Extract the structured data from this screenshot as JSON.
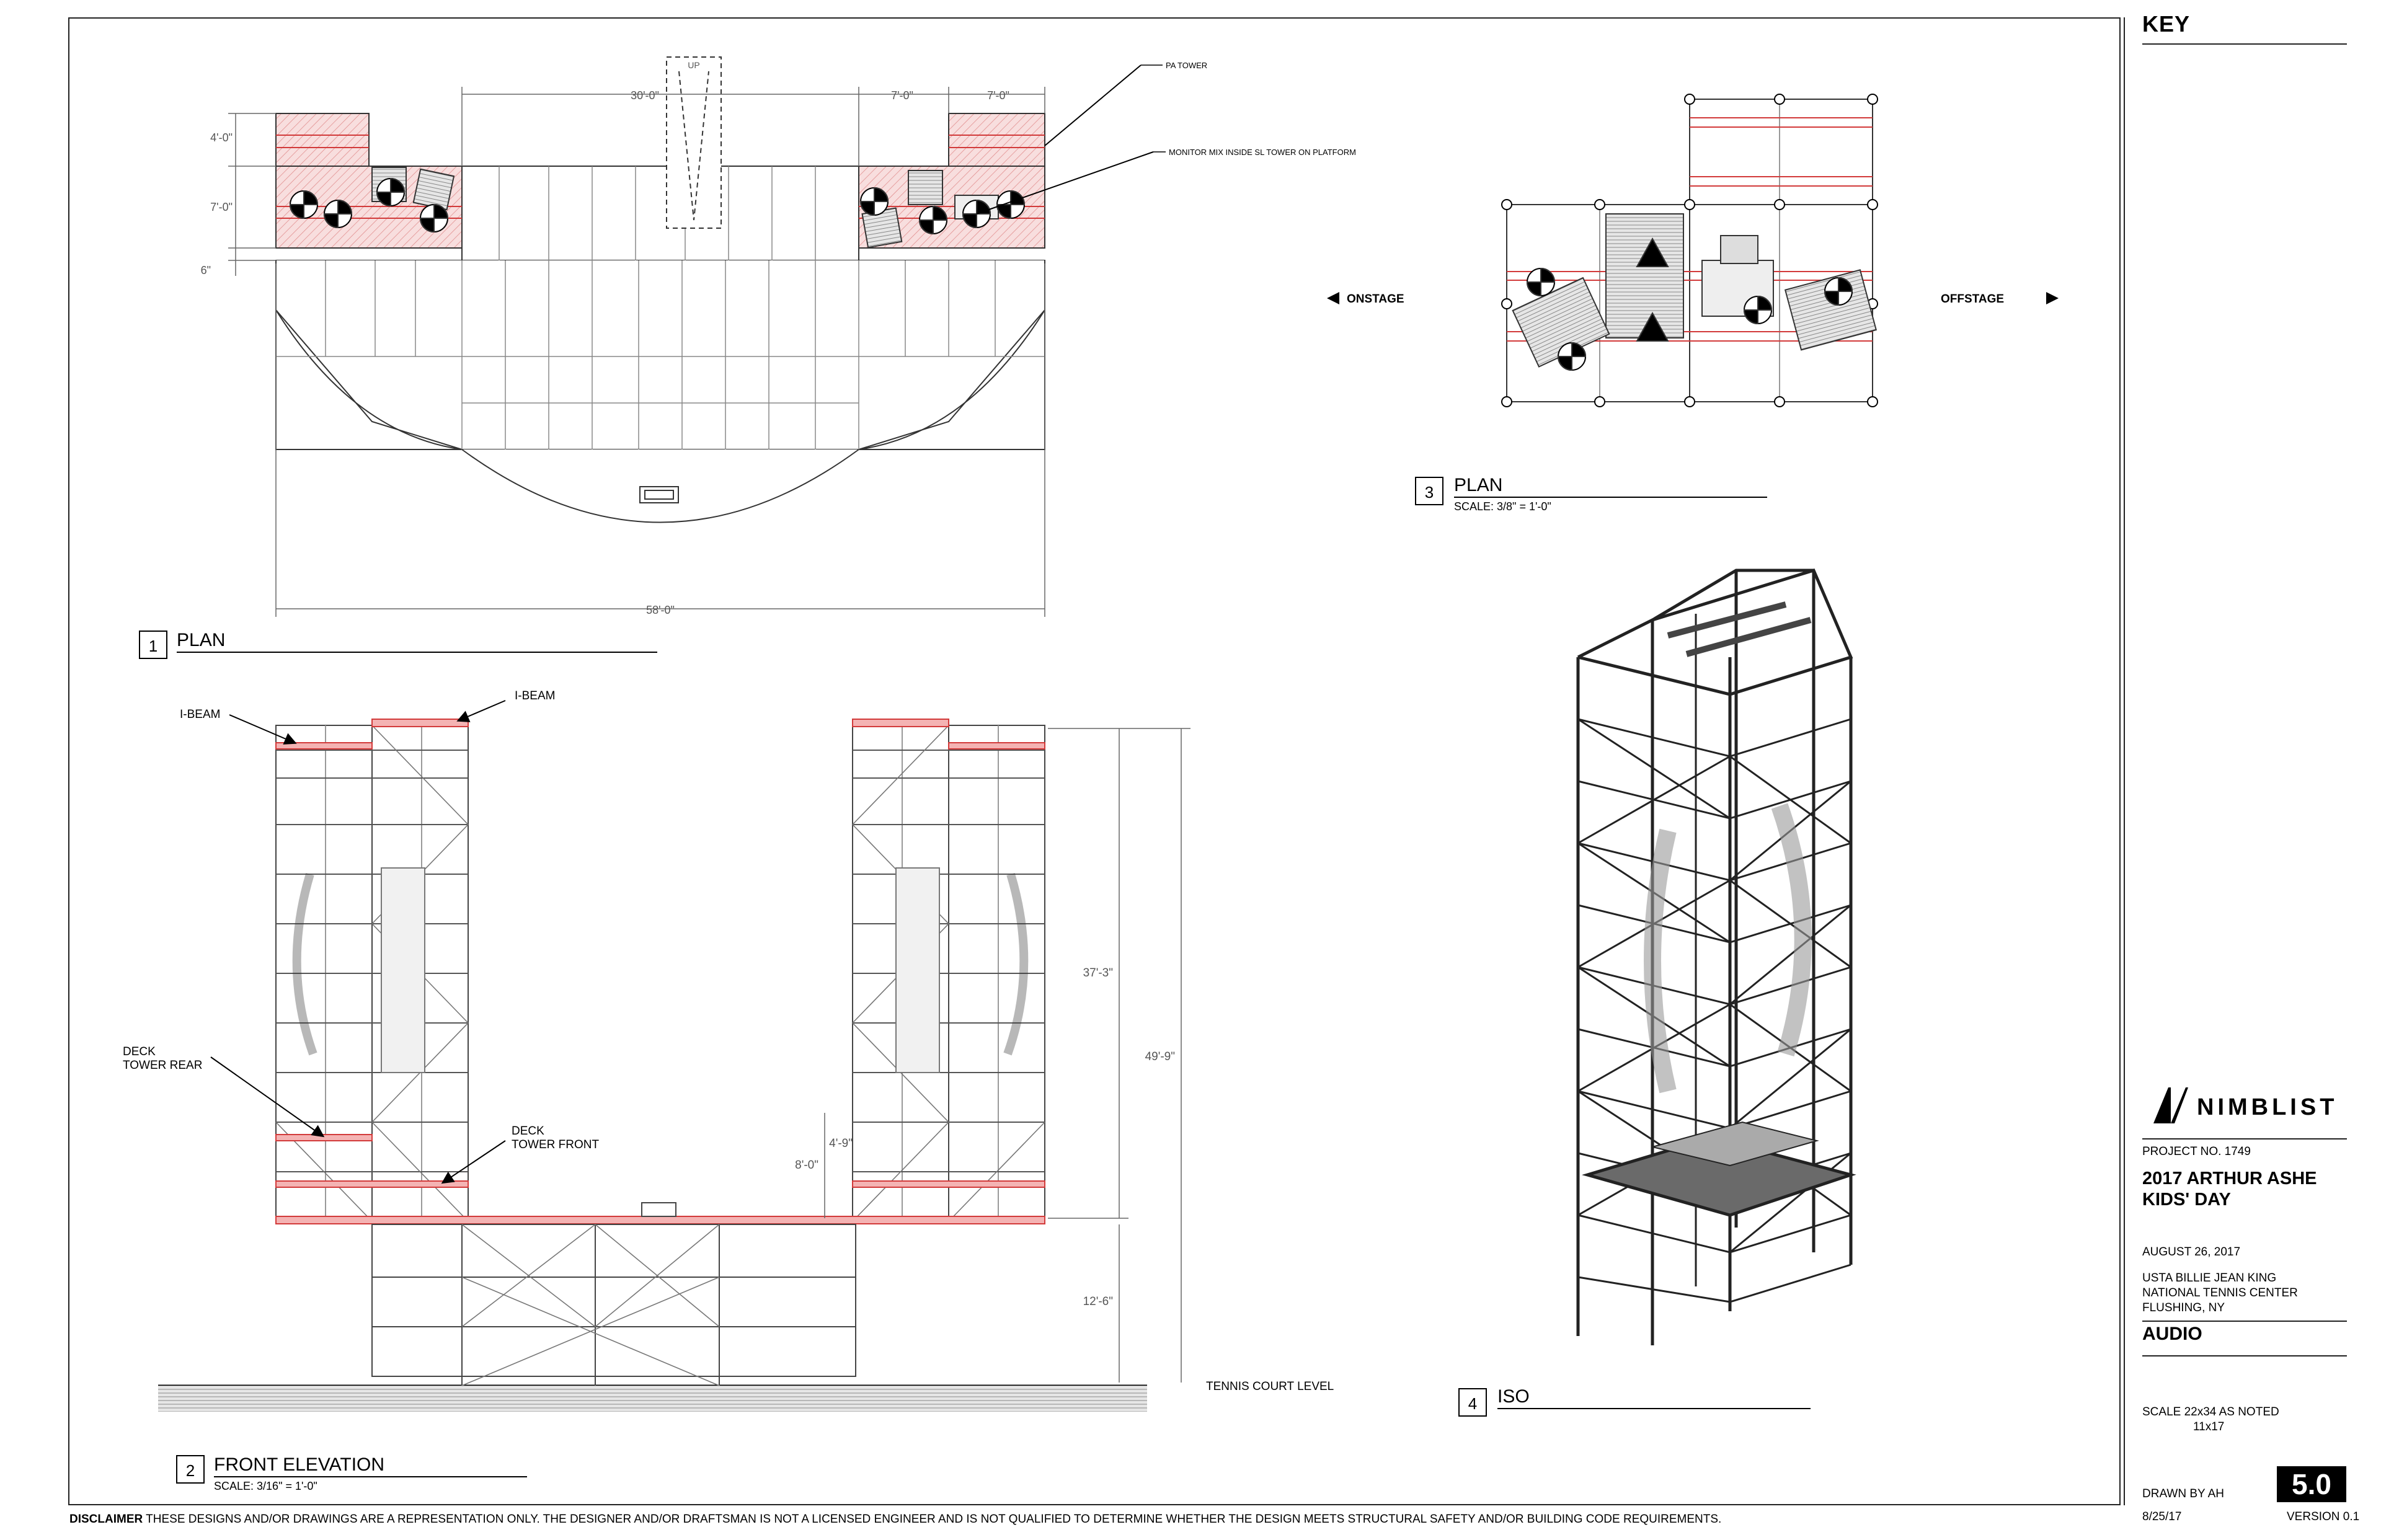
{
  "key": {
    "title": "KEY"
  },
  "logo": {
    "text": "NIMBLIST"
  },
  "titleblock": {
    "project_no": "PROJECT NO. 1749",
    "project_line1": "2017 ARTHUR ASHE",
    "project_line2": "KIDS' DAY",
    "date": "AUGUST 26, 2017",
    "venue_line1": "USTA BILLIE JEAN KING",
    "venue_line2": "NATIONAL TENNIS CENTER",
    "venue_line3": "FLUSHING, NY",
    "discipline": "AUDIO",
    "scale_line1": "SCALE  22x34  AS NOTED",
    "scale_line2": "11x17",
    "drawn_by": "DRAWN BY AH",
    "sheet_no": "5.0",
    "footer_date": "8/25/17",
    "version": "VERSION 0.1"
  },
  "disclaimer": {
    "label": "DISCLAIMER",
    "text": " THESE DESIGNS AND/OR DRAWINGS ARE A REPRESENTATION ONLY. THE DESIGNER AND/OR DRAFTSMAN IS NOT A LICENSED ENGINEER AND IS NOT QUALIFIED TO DETERMINE WHETHER THE DESIGN MEETS STRUCTURAL SAFETY AND/OR BUILDING CODE REQUIREMENTS."
  },
  "views": {
    "v1": {
      "number": "1",
      "title": "PLAN",
      "scale": ""
    },
    "v2": {
      "number": "2",
      "title": "FRONT ELEVATION",
      "scale": "SCALE: 3/16\" = 1'-0\""
    },
    "v3": {
      "number": "3",
      "title": "PLAN",
      "scale": "SCALE: 3/8\" = 1'-0\""
    },
    "v4": {
      "number": "4",
      "title": "ISO",
      "scale": ""
    }
  },
  "plan1": {
    "dim_top": "30'-0\"",
    "dim_sr1": "7'-0\"",
    "dim_sr2": "7'-0\"",
    "dim_h1": "4'-0\"",
    "dim_h2": "7'-0\"",
    "dim_h3": "6\"",
    "dim_total": "58'-0\"",
    "up_label": "UP",
    "note_pa": "PA TOWER",
    "note_monitor": "MONITOR MIX INSIDE SL TOWER ON PLATFORM"
  },
  "elev2": {
    "ibeam_left": "I-BEAM",
    "ibeam_mid": "I-BEAM",
    "deck_rear_1": "DECK",
    "deck_rear_2": "TOWER REAR",
    "deck_front_1": "DECK",
    "deck_front_2": "TOWER FRONT",
    "dim_37": "37'-3\"",
    "dim_49": "49'-9\"",
    "dim_12": "12'-6\"",
    "dim_49b": "4'-9\"",
    "dim_8": "8'-0\"",
    "ground": "TENNIS COURT LEVEL"
  },
  "plan3": {
    "onstage": "ONSTAGE",
    "offstage": "OFFSTAGE"
  },
  "colors": {
    "accent_red": "#d23a3a",
    "hatch_fill": "#f6d6d6",
    "line": "#333333"
  }
}
